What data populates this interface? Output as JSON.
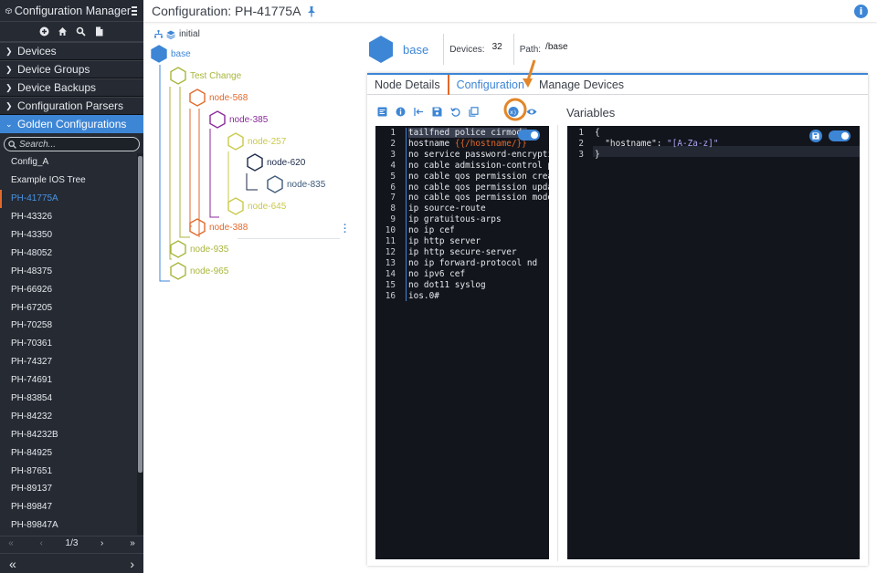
{
  "app": {
    "title": "Configuration Manager"
  },
  "sidebar": {
    "sections": [
      {
        "label": "Devices",
        "expanded": false
      },
      {
        "label": "Device Groups",
        "expanded": false
      },
      {
        "label": "Device Backups",
        "expanded": false
      },
      {
        "label": "Configuration Parsers",
        "expanded": false
      },
      {
        "label": "Golden Configurations",
        "expanded": true
      }
    ],
    "search_placeholder": "Search...",
    "items": [
      "Config_A",
      "Example IOS Tree",
      "PH-41775A",
      "PH-43326",
      "PH-43350",
      "PH-48052",
      "PH-48375",
      "PH-66926",
      "PH-67205",
      "PH-70258",
      "PH-70361",
      "PH-74327",
      "PH-74691",
      "PH-83854",
      "PH-84232",
      "PH-84232B",
      "PH-84925",
      "PH-87651",
      "PH-89137",
      "PH-89847",
      "PH-89847A"
    ],
    "selected": "PH-41775A",
    "pager": {
      "first": "«",
      "prev": "‹",
      "label": "1/3",
      "next": "›",
      "last": "»"
    },
    "collapse_left": "«",
    "collapse_right": "›"
  },
  "header": {
    "title": "Configuration: PH-41775A"
  },
  "tree": {
    "root_label": "initial",
    "nodes": [
      {
        "label": "base",
        "color": "#3d86d6"
      },
      {
        "label": "Test Change",
        "color": "#a9b63a"
      },
      {
        "label": "node-568",
        "color": "#e2692a"
      },
      {
        "label": "node-385",
        "color": "#8b2a9c"
      },
      {
        "label": "node-257",
        "color": "#c9c94a"
      },
      {
        "label": "node-620",
        "color": "#1c2a4a"
      },
      {
        "label": "node-835",
        "color": "#3d5a7a"
      },
      {
        "label": "node-645",
        "color": "#c9c94a"
      },
      {
        "label": "node-388",
        "color": "#e2692a"
      },
      {
        "label": "node-935",
        "color": "#a9b63a"
      },
      {
        "label": "node-965",
        "color": "#a9b63a"
      }
    ]
  },
  "node": {
    "name": "base",
    "devices_label": "Devices:",
    "devices_count": "32",
    "path_label": "Path:",
    "path": "/base"
  },
  "tabs": [
    "Node Details",
    "Configuration",
    "Manage Devices"
  ],
  "active_tab": "Configuration",
  "config_editor": {
    "lines": [
      "tailfned police cirmode",
      "hostname {{/hostname/}}",
      "no service password-encryption",
      "no cable admission-control p",
      "no cable qos permission crea",
      "no cable qos permission upda",
      "no cable qos permission mode",
      "ip source-route",
      "ip gratuitous-arps",
      "no ip cef",
      "ip http server",
      "ip http secure-server",
      "no ip forward-protocol nd",
      "no ipv6 cef",
      "no dot11 syslog",
      "ios.0#"
    ]
  },
  "variables": {
    "title": "Variables",
    "lines": [
      "{",
      "  \"hostname\": \"[A-Za-z]\"",
      "}"
    ]
  },
  "colors": {
    "accent": "#3d86d6",
    "orange": "#e2692a",
    "sidebar": "#252a33"
  }
}
